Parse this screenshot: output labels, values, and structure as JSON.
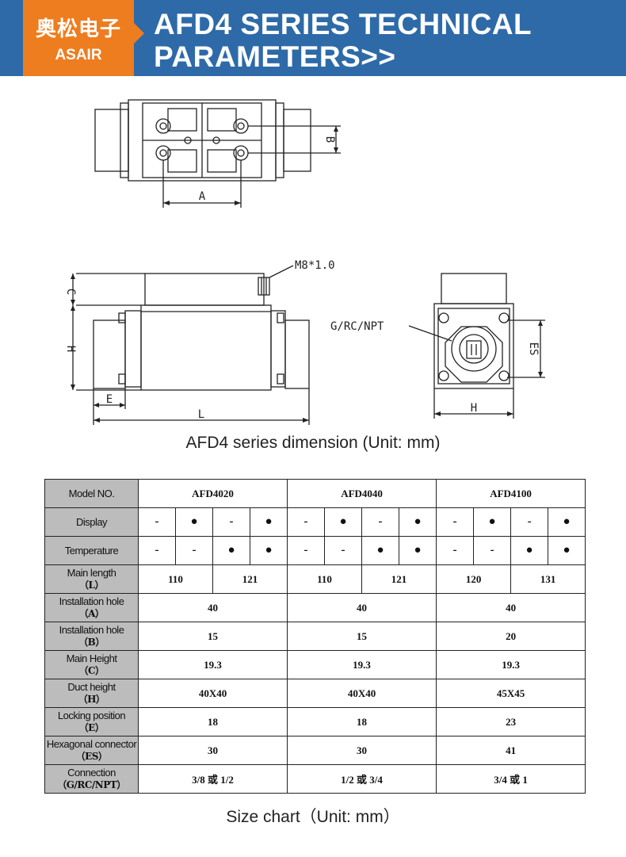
{
  "header": {
    "brand_cn": "奥松电子",
    "brand_en": "ASAIR",
    "title_line1": "AFD4 SERIES TECHNICAL",
    "title_line2": "PARAMETERS>>"
  },
  "drawing": {
    "dim_A": "A",
    "dim_B": "B",
    "dim_C": "C",
    "dim_H": "H",
    "dim_E": "E",
    "dim_L": "L",
    "dim_ES": "ES",
    "dim_H2": "H",
    "callout_thread": "M8*1.0",
    "callout_port": "G/RC/NPT",
    "caption": "AFD4 series dimension (Unit: mm)"
  },
  "table": {
    "model_label": "Model NO.",
    "models": [
      "AFD4020",
      "AFD4040",
      "AFD4100"
    ],
    "display_label": "Display",
    "display_marks": [
      "-",
      "●",
      "-",
      "●",
      "-",
      "●",
      "-",
      "●",
      "-",
      "●",
      "-",
      "●"
    ],
    "temp_label": "Temperature",
    "temp_marks": [
      "-",
      "-",
      "●",
      "●",
      "-",
      "-",
      "●",
      "●",
      "-",
      "-",
      "●",
      "●"
    ],
    "length_label": "Main length",
    "length_sub": "（L）",
    "lengths": [
      "110",
      "121",
      "110",
      "121",
      "120",
      "131"
    ],
    "install_a_label": "Installation hole",
    "install_a_sub": "（A）",
    "install_a": [
      "40",
      "40",
      "40"
    ],
    "install_b_label": "Installation hole",
    "install_b_sub": "（B）",
    "install_b": [
      "15",
      "15",
      "20"
    ],
    "height_label": "Main Height",
    "height_sub": "（C）",
    "height": [
      "19.3",
      "19.3",
      "19.3"
    ],
    "duct_label": "Duct height",
    "duct_sub": "（H）",
    "duct": [
      "40X40",
      "40X40",
      "45X45"
    ],
    "lock_label": "Locking position",
    "lock_sub": "（E）",
    "lock": [
      "18",
      "18",
      "23"
    ],
    "hex_label": "Hexagonal connector",
    "hex_sub": "（ES）",
    "hex": [
      "30",
      "30",
      "41"
    ],
    "conn_label": "Connection",
    "conn_sub": "（G/RC/NPT）",
    "conn": [
      "3/8 或 1/2",
      "1/2 或 3/4",
      "3/4 或 1"
    ],
    "caption": "Size chart（Unit: mm）"
  }
}
